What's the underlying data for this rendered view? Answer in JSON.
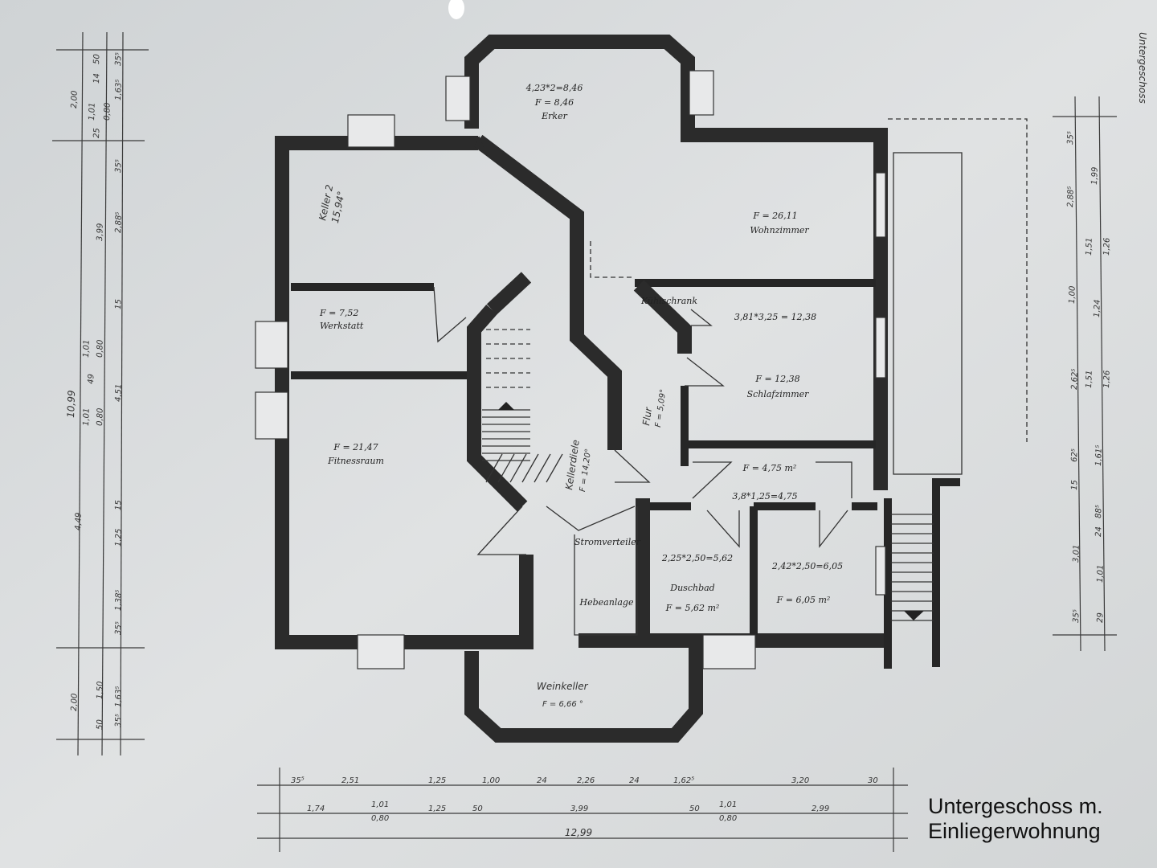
{
  "caption": {
    "line1": "Untergeschoss m.",
    "line2": "Einliegerwohnung"
  },
  "rooms": {
    "erker": {
      "calc": "4,23*2=8,46",
      "area": "F = 8,46",
      "name": "Erker"
    },
    "keller2": {
      "name": "Keller 2",
      "area": "15,94°"
    },
    "wohnzimmer": {
      "area": "F = 26,11",
      "name": "Wohnzimmer"
    },
    "werkstatt": {
      "area": "F = 7,52",
      "name": "Werkstatt"
    },
    "schlafzimmer": {
      "calc": "3,81*3,25 = 12,38",
      "area": "F = 12,38",
      "name": "Schlafzimmer"
    },
    "fitnessraum": {
      "area": "F = 21,47",
      "name": "Fitnessraum"
    },
    "kellerdiele": {
      "name": "Kellerdiele",
      "area": "F = 14,20°"
    },
    "flur": {
      "name": "Flur",
      "area": "F = 5,09°"
    },
    "flur2": {
      "area": "F = 4,75 m²",
      "calc": "3,8*1,25=4,75"
    },
    "stromverteiler": {
      "name": "Stromverteiler"
    },
    "hebeanlage": {
      "name": "Hebeanlage"
    },
    "duschbad": {
      "calc": "2,25*2,50=5,62",
      "name": "Duschbad",
      "area": "F = 5,62 m²"
    },
    "room605": {
      "calc": "2,42*2,50=6,05",
      "area": "F = 6,05 m²"
    },
    "weinkeller": {
      "name": "Weinkeller",
      "area": "F = 6,66 °"
    },
    "schrank": {
      "name": "Kühlschrank"
    }
  },
  "dimensions": {
    "bottom_row1": [
      "35⁵",
      "2,51",
      "1,25",
      "1,00",
      "24",
      "2,26",
      "24",
      "1,62⁵",
      "3,20",
      "30"
    ],
    "bottom_row2": [
      "1,74",
      "1,01",
      "0,80",
      "1,25",
      "50",
      "3,99",
      "50",
      "1,01",
      "0,80",
      "2,99"
    ],
    "bottom_total": "12,99",
    "left_total": "10,99",
    "left_col1": [
      "2,00",
      "3,99",
      "4,49",
      "2,00"
    ],
    "left_col2": [
      "1,01",
      "0,80",
      "25",
      "14",
      "50",
      "1,01",
      "0,80",
      "49",
      "1,01",
      "0,80",
      "1,50",
      "50"
    ],
    "left_col3": [
      "1,63⁵",
      "35⁵",
      "35⁵",
      "2,88⁵",
      "15",
      "4,51",
      "15",
      "1,25",
      "1,38⁵",
      "35⁵",
      "1,63⁵",
      "35⁵"
    ],
    "right_col1": [
      "35⁵",
      "2,88⁵",
      "1,00",
      "2,62⁵",
      "62⁵",
      "15",
      "3,01",
      "35⁵"
    ],
    "right_col2": [
      "1,99",
      "1,51",
      "1,26",
      "1,24",
      "1,51",
      "1,26",
      "1,61⁵",
      "88⁵",
      "24",
      "1,01",
      "29"
    ]
  },
  "margin_note": "Untergeschoss"
}
